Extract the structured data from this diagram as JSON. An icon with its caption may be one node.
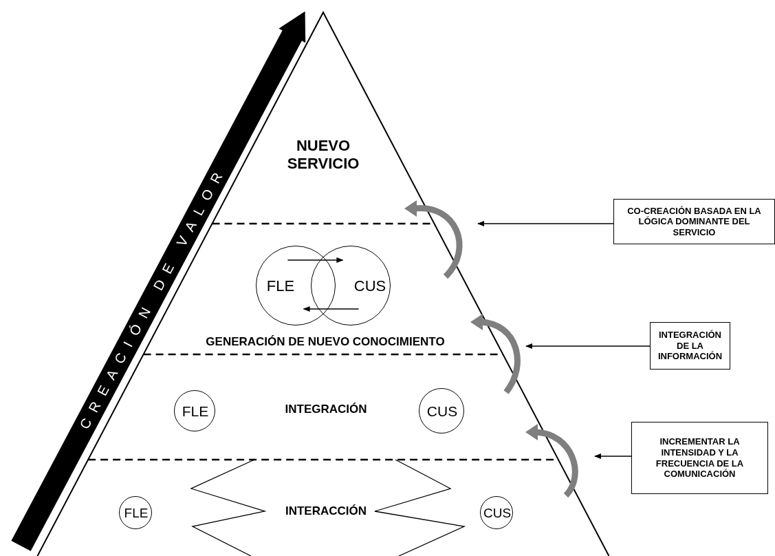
{
  "diagram": {
    "nodes": [
      {
        "text": [
          "CREACIÓN DE VALOR"
        ]
      },
      {
        "text": [
          "FLE"
        ]
      },
      {
        "text": [
          "CUS"
        ]
      },
      {
        "text": [
          "CO-CREACIÓN BASADA EN LA LÓGICA DOMINANTE DEL SERVICIO"
        ]
      },
      {
        "text": [
          "INTEGRACIÓN DE LA INFORMACIÓN"
        ]
      },
      {
        "text": [
          "FLE"
        ]
      },
      {
        "text": [
          "CUS"
        ]
      },
      {
        "text": [
          "INCREMENTAR LA INTENSIDAD Y LA FRECUENCIA DE LA COMUNICACIÓN"
        ]
      },
      {
        "text": [
          "INTERACCIÓN"
        ]
      },
      {
        "text": [
          "FLE"
        ]
      },
      {
        "text": [
          "CUS"
        ]
      }
    ],
    "edges": [
      {
        "from": 1,
        "to": 2,
        "arrow": "to"
      },
      {
        "from": 2,
        "to": 1,
        "arrow": "to"
      },
      {
        "from": 3,
        "to": null,
        "arrow": "to"
      },
      {
        "from": 4,
        "to": null,
        "arrow": "to"
      },
      {
        "from": 7,
        "to": null,
        "arrow": "to"
      }
    ],
    "labels": [
      "NUEVO SERVICIO",
      "GENERACIÓN DE NUEVO CONOCIMIENTO",
      "INTEGRACIÓN"
    ]
  }
}
